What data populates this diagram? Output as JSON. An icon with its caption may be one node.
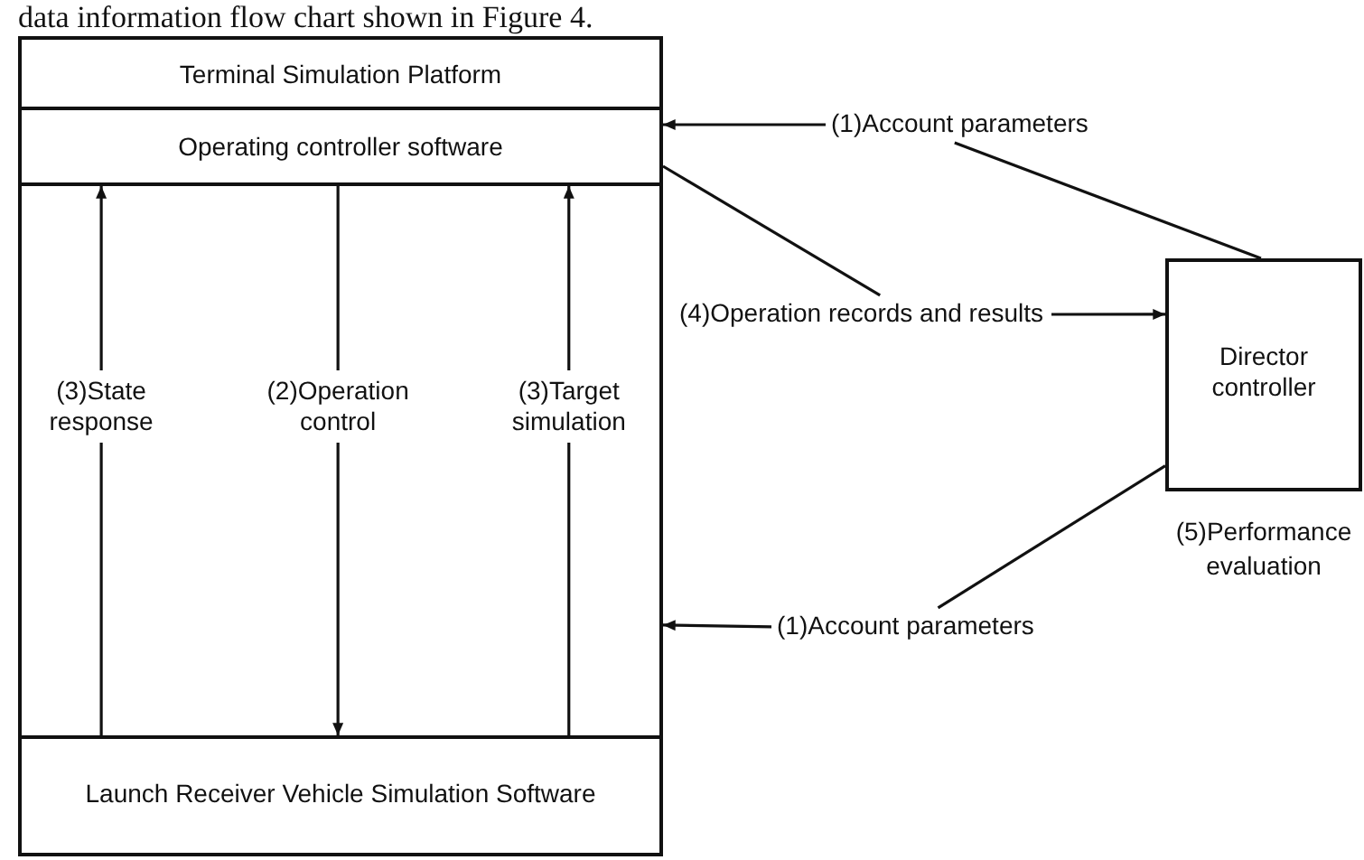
{
  "diagram": {
    "nodes": [
      {
        "text": [
          "Terminal Simulation Platform"
        ]
      },
      {
        "text": [
          "Operating controller software"
        ],
        "in": 0
      },
      {
        "text": [
          "Launch Receiver Vehicle Simulation Software"
        ],
        "in": 0
      },
      {
        "text": [
          "Director controller"
        ],
        "beside": [
          "(5)Performance evaluation"
        ]
      },
      {
        "text": [
          "(1)Account parameters"
        ]
      },
      {
        "text": [
          "(1)Account parameters"
        ]
      },
      {
        "text": [
          "(4)Operation records and results"
        ]
      }
    ],
    "edges": [
      {
        "from": 2,
        "to": 1,
        "arrow": "to",
        "label": "(3)State response"
      },
      {
        "from": 1,
        "to": 2,
        "arrow": "to",
        "label": "(2)Operation control"
      },
      {
        "from": 2,
        "to": 1,
        "arrow": "to",
        "label": "(3)Target simulation"
      },
      {
        "from": 3,
        "to": 4,
        "arrow": "none"
      },
      {
        "from": 4,
        "to": 1,
        "arrow": "to"
      },
      {
        "from": 1,
        "to": 6,
        "arrow": "none"
      },
      {
        "from": 6,
        "to": 3,
        "arrow": "to"
      },
      {
        "from": 3,
        "to": 5,
        "arrow": "none"
      },
      {
        "from": 5,
        "to": 0,
        "arrow": "to"
      }
    ],
    "labels": [
      "data information flow chart shown in Figure 4."
    ]
  }
}
